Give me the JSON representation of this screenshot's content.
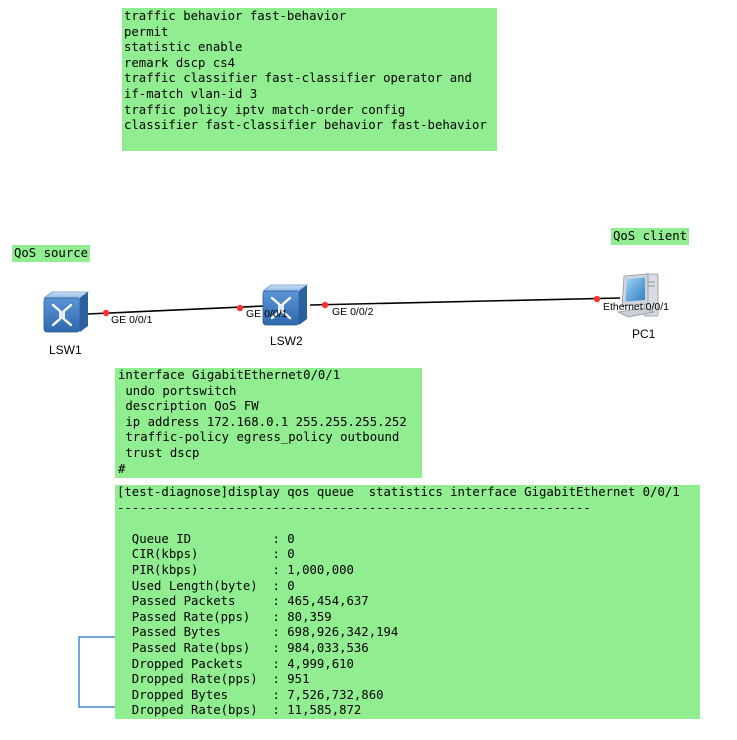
{
  "top_config": {
    "lines": [
      "traffic behavior fast-behavior",
      "permit",
      "statistic enable",
      "remark dscp cs4",
      "traffic classifier fast-classifier operator and",
      "if-match vlan-id 3",
      "traffic policy iptv match-order config",
      "classifier fast-classifier behavior fast-behavior"
    ]
  },
  "labels": {
    "source": "QoS source",
    "client": "QoS client"
  },
  "devices": {
    "lsw1": "LSW1",
    "lsw2": "LSW2",
    "pc1": "PC1"
  },
  "ports": {
    "lsw1_port": "GE 0/0/1",
    "lsw2_left_port": "GE 0/0/1",
    "lsw2_right_port": "GE 0/0/2",
    "pc1_port": "Ethernet 0/0/1"
  },
  "interface_config": {
    "lines": [
      "interface GigabitEthernet0/0/1",
      " undo portswitch",
      " description QoS FW",
      " ip address 172.168.0.1 255.255.255.252",
      " traffic-policy egress_policy outbound",
      " trust dscp",
      "#"
    ]
  },
  "queue_stats": {
    "lines": [
      "[test-diagnose]display qos queue  statistics interface GigabitEthernet 0/0/1",
      "----------------------------------------------------------------",
      "",
      "  Queue ID           : 0",
      "  CIR(kbps)          : 0",
      "  PIR(kbps)          : 1,000,000",
      "  Used Length(byte)  : 0",
      "  Passed Packets     : 465,454,637",
      "  Passed Rate(pps)   : 80,359",
      "  Passed Bytes       : 698,926,342,194",
      "  Passed Rate(bps)   : 984,033,536",
      "  Dropped Packets    : 4,999,610",
      "  Dropped Rate(pps)  : 951",
      "  Dropped Bytes      : 7,526,732,860",
      "  Dropped Rate(bps)  : 11,585,872",
      "----------------------------------------------------------------"
    ]
  },
  "colors": {
    "note_fill": "#90ee90",
    "link": "#000000",
    "port_dot": "#ff3030",
    "bracket": "#1f6fbf",
    "switch_blue": "#3f7fc8"
  },
  "icons": {
    "switch": "switch-icon",
    "pc": "pc-icon"
  }
}
